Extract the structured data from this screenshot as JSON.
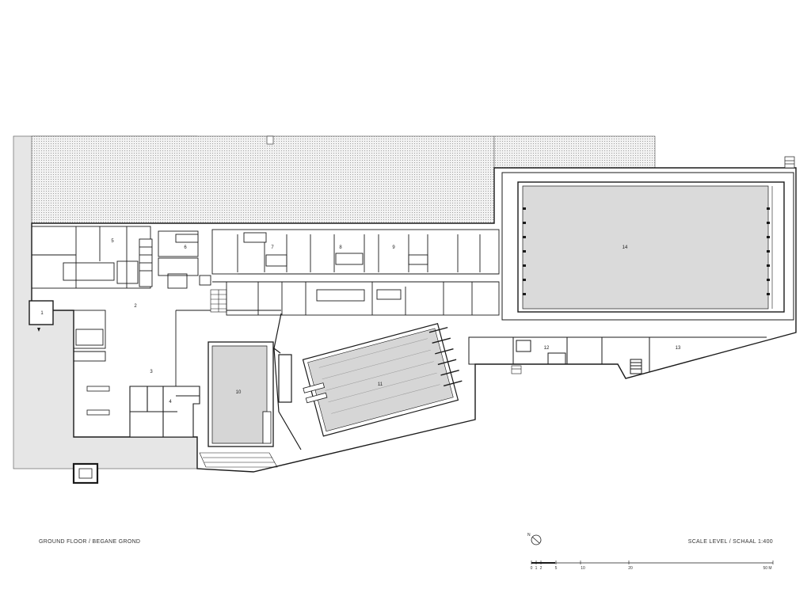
{
  "title": "GROUND FLOOR / BEGANE GROND",
  "scale_label": "SCALE LEVEL / SCHAAL 1:400",
  "scale_bar": {
    "ticks": [
      "0",
      "1",
      "2",
      "5",
      "10",
      "20",
      "50 M"
    ]
  },
  "north_arrow": {
    "label": "N"
  },
  "rooms": [
    "1",
    "2",
    "3",
    "4",
    "5",
    "6",
    "7",
    "8",
    "9",
    "10",
    "11",
    "12",
    "13",
    "14"
  ],
  "pools": {
    "pool_10": "10",
    "pool_11": "11",
    "pool_14": "14"
  },
  "colors": {
    "wall": "#1a1a1a",
    "pool_fill": "#d9d9d9",
    "terrace_fill": "#ececec",
    "paving": "#e3e3e3"
  }
}
